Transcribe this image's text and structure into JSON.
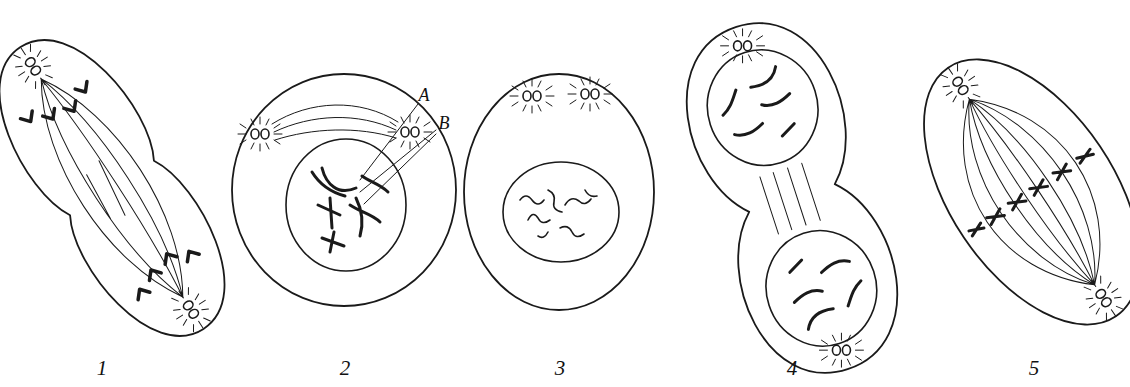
{
  "diagram": {
    "labels": [
      "A",
      "B",
      "1",
      "2",
      "3",
      "4",
      "5"
    ]
  }
}
